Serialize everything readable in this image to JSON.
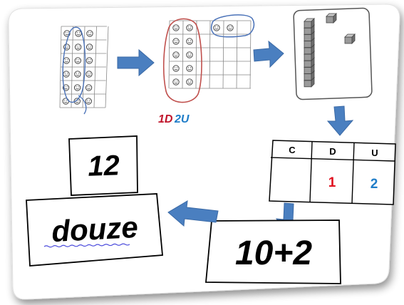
{
  "notation": {
    "tens": "1D",
    "units": "2U",
    "tens_color": "#c0152b",
    "units_color": "#1f7dc8"
  },
  "table": {
    "headers": [
      "C",
      "D",
      "U"
    ],
    "values": {
      "C": "",
      "D": "1",
      "U": "2"
    },
    "d_color": "#e0101e",
    "u_color": "#1f7dc8"
  },
  "number_box": "12",
  "word_box": "douze",
  "sum_box": "10+2",
  "colors": {
    "arrow": "#4a7fc0",
    "red_loop": "#c0504d",
    "blue_loop": "#4a72b8",
    "spellcheck": "#4b4bdc"
  },
  "icons": [
    "smiley-icon",
    "arrow-right-icon",
    "arrow-down-icon",
    "arrow-left-icon",
    "base-ten-rod-icon",
    "base-ten-cube-icon"
  ]
}
